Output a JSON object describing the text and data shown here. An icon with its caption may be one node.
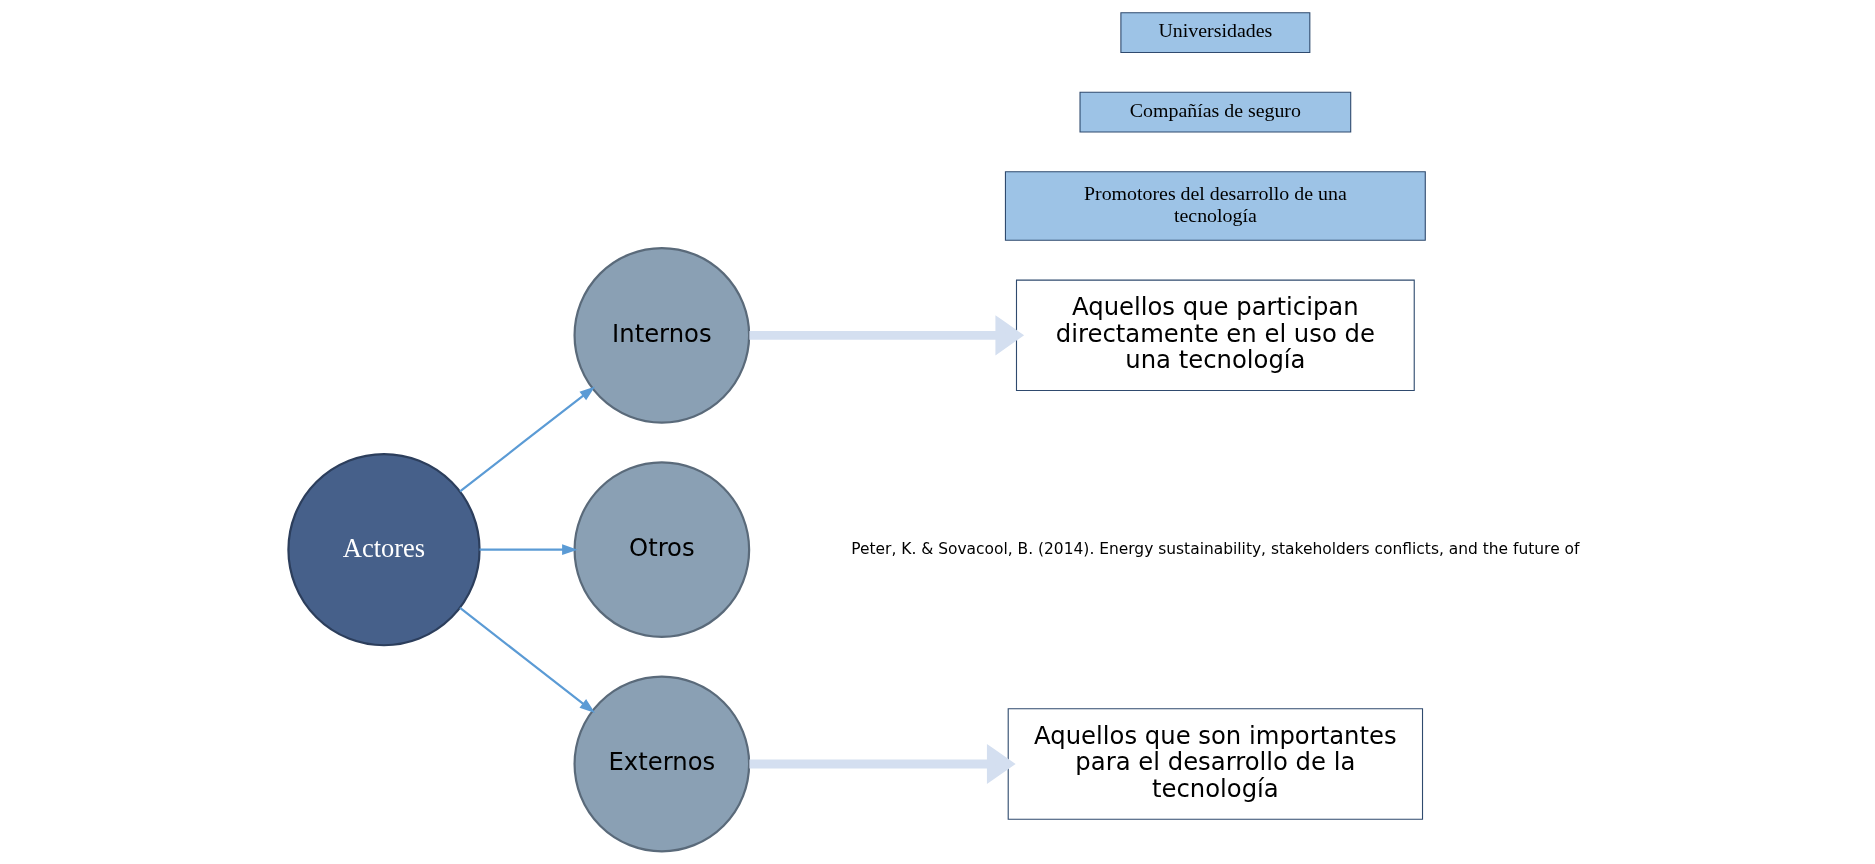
{
  "diagram": {
    "nodes": [
      {
        "text": [
          "Internos"
        ]
      },
      {
        "text": [
          "Actores"
        ]
      },
      {
        "text": [
          "Otros"
        ]
      },
      {
        "text": [
          "Externos"
        ]
      },
      {
        "text": [
          "Aquellos que participan directamente en el uso de una tecnología"
        ]
      },
      {
        "text": [
          "Aquellos que son importantes para el desarrollo de la tecnología"
        ]
      },
      {
        "text": [
          "Universidades"
        ]
      },
      {
        "text": [
          "Compañías de seguro"
        ]
      },
      {
        "text": [
          "Promotores del desarrollo de una tecnología"
        ]
      }
    ],
    "edges": [
      {
        "from": 1,
        "to": 0,
        "arrow": "to"
      },
      {
        "from": 1,
        "to": 2,
        "arrow": "to"
      },
      {
        "from": 1,
        "to": 3,
        "arrow": "to"
      },
      {
        "from": 0,
        "to": 4,
        "arrow": "to",
        "style": "thick",
        "color": "#d4dff0"
      },
      {
        "from": 3,
        "to": 5,
        "arrow": "to",
        "style": "thick",
        "color": "#d4dff0"
      }
    ],
    "labels": [
      "Peter, K. & Sovacool, B. (2014). Energy sustainability, stakeholders conflicts, and the future of"
    ]
  }
}
